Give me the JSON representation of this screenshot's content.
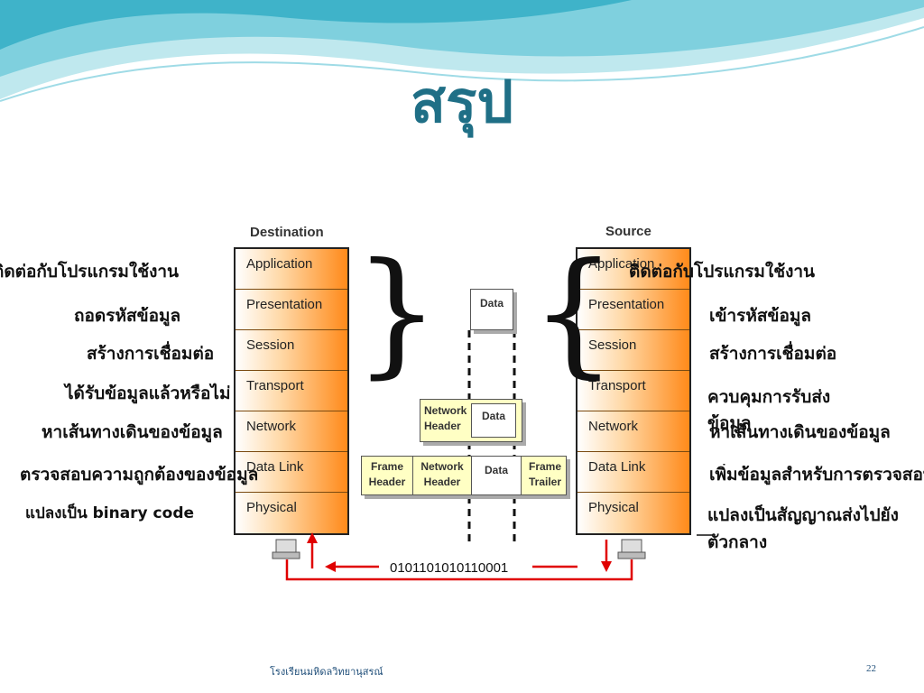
{
  "slide": {
    "title": "สรุป",
    "footer_left": "โรงเรียนมหิดลวิทยานุสรณ์",
    "page_number": "22"
  },
  "diagram": {
    "destination_label": "Destination",
    "source_label": "Source",
    "layers": [
      "Application",
      "Presentation",
      "Session",
      "Transport",
      "Network",
      "Data Link",
      "Physical"
    ],
    "data_box": "Data",
    "network_header": "Network Header",
    "frame_header": "Frame Header",
    "frame_trailer": "Frame Trailer",
    "bitstream": "0101101010110001"
  },
  "left_labels": [
    "ติดต่อกับโปรแกรมใช้งาน",
    "ถอดรหัสข้อมูล",
    "สร้างการเชื่อมต่อ",
    "ได้รับข้อมูลแล้วหรือไม่",
    "หาเส้นทางเดินของข้อมูล",
    "ตรวจสอบความถูกต้องของข้อมูล",
    "แปลงเป็น binary code"
  ],
  "right_labels": [
    "ติดต่อกับโปรแกรมใช้งาน",
    "เข้ารหัสข้อมูล",
    "สร้างการเชื่อมต่อ",
    "ควบคุมการรับส่งข้อมูล",
    "หาเส้นทางเดินของข้อมูล",
    "เพิ่มข้อมูลสำหรับการตรวจสอบ",
    "แปลงเป็นสัญญาณส่งไปยังตัวกลาง"
  ]
}
